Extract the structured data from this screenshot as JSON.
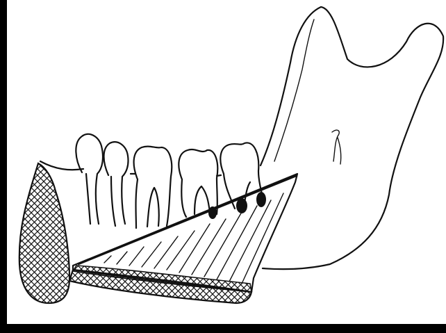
{
  "figure": {
    "subject": "mandible-with-osteotomy",
    "colors": {
      "ink": "#111111",
      "background": "#ffffff",
      "border": "#000000"
    },
    "icons": [
      "mandible-icon",
      "tooth-icon",
      "crosshatch-cut-surface",
      "hatched-bone-segment",
      "osteotomy-line"
    ],
    "teeth_count": 5
  }
}
